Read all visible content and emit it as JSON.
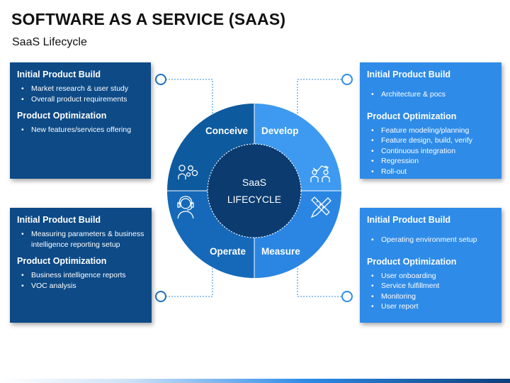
{
  "title": "SOFTWARE AS A SERVICE (SAAS)",
  "subtitle": "SaaS Lifecycle",
  "center": {
    "line1": "SaaS",
    "line2": "LIFECYCLE"
  },
  "segments": {
    "conceive": "Conceive",
    "develop": "Develop",
    "operate": "Operate",
    "measure": "Measure"
  },
  "colors": {
    "dark_blue": "#0d4a86",
    "light_blue": "#2e8be8",
    "ring_dark": "#0e5a9e",
    "ring_light": "#3d9af0",
    "hub": "#0b3b6f"
  },
  "icons": {
    "conceive": "idea-gears-icon",
    "develop": "growth-chart-icon",
    "operate": "headset-agent-icon",
    "measure": "ruler-pencil-icon"
  },
  "cards": {
    "top_left": {
      "heading1": "Initial Product Build",
      "items1": [
        "Market research & user study",
        "Overall product requirements"
      ],
      "heading2": "Product Optimization",
      "items2": [
        "New features/services offering"
      ]
    },
    "bottom_left": {
      "heading1": "Initial Product Build",
      "items1": [
        "Measuring parameters & business intelligence reporting setup"
      ],
      "heading2": "Product Optimization",
      "items2": [
        "Business intelligence reports",
        "VOC analysis"
      ]
    },
    "top_right": {
      "heading1": "Initial Product Build",
      "items1": [
        "Architecture & pocs"
      ],
      "heading2": "Product Optimization",
      "items2": [
        "Feature modeling/planning",
        "Feature design, build, verify",
        "Continuous integration",
        "Regression",
        "Roll-out"
      ]
    },
    "bottom_right": {
      "heading1": "Initial Product Build",
      "items1": [
        "Operating environment setup"
      ],
      "heading2": "Product Optimization",
      "items2": [
        "User onboarding",
        "Service fulfillment",
        "Monitoring",
        "User report"
      ]
    }
  }
}
